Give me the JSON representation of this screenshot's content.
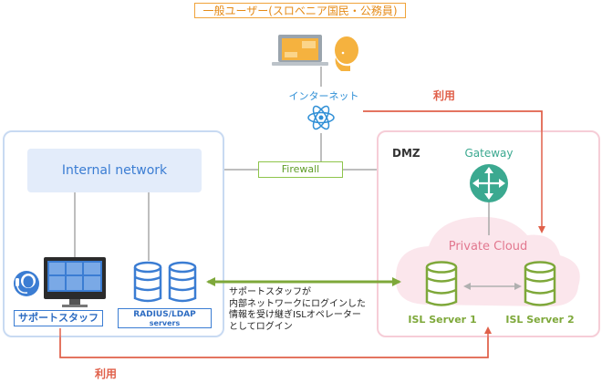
{
  "labels": {
    "user_title": "一般ユーザー(スロベニア国民・公務員)",
    "internet": "インターネット",
    "use_top": "利用",
    "use_bottom": "利用",
    "internal_network": "Internal network",
    "firewall": "Firewall",
    "dmz": "DMZ",
    "gateway": "Gateway",
    "private_cloud": "Private Cloud",
    "support_staff": "サポートスタッフ",
    "radius_line1": "RADIUS/LDAP",
    "radius_line2": "servers",
    "isl_server_1": "ISL Server 1",
    "isl_server_2": "ISL Server 2",
    "note_lines": [
      "サポートスタッフが",
      "内部ネットワークにログインした",
      "情報を受け継ぎISLオペレーター",
      "としてログイン"
    ]
  },
  "colors": {
    "orange": "#f0a33a",
    "blue": "#3b7dd3",
    "blue_light": "#e3ecfa",
    "pink_border": "#f6cdd7",
    "pink_fill": "#fbe3ea",
    "green": "#8ec54b",
    "server_green": "#7ea83a",
    "teal": "#3ba990",
    "red_arrow": "#e0604a",
    "gray_line": "#a8a8a8"
  },
  "icons": {
    "user_laptop": "laptop-icon",
    "user_person": "person-icon",
    "internet": "atom-icon",
    "gateway": "router-icon",
    "support_person": "headset-person-icon",
    "support_monitor": "monitor-icon",
    "radius": "database-icon",
    "isl": "database-icon"
  }
}
